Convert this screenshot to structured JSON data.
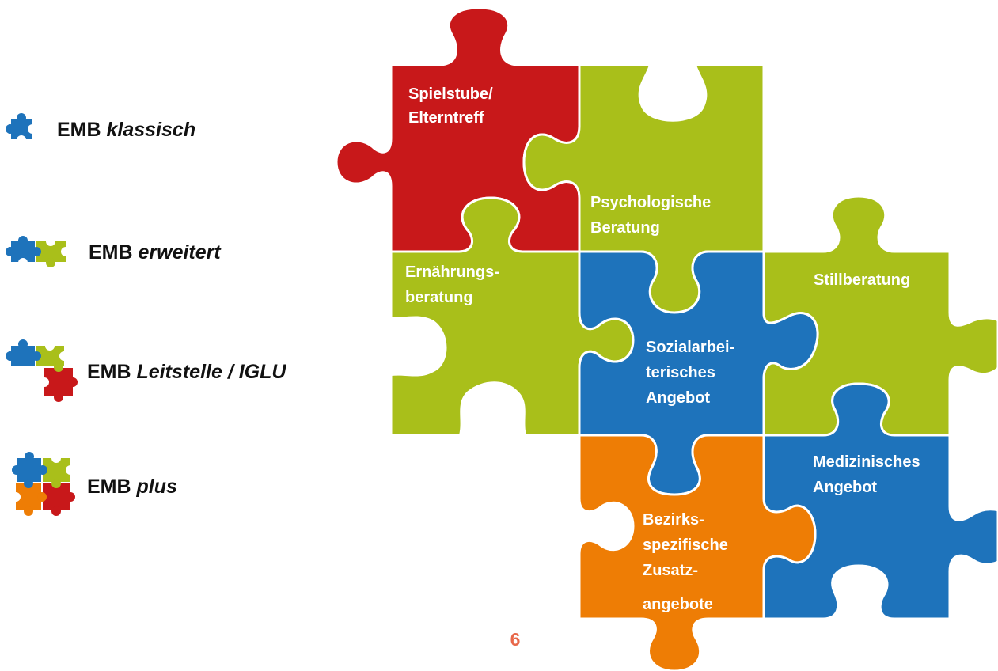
{
  "colors": {
    "red": "#c8181a",
    "green": "#a9bf1a",
    "blue": "#1e73bb",
    "orange": "#ee7d05",
    "accent_line": "#e8684a"
  },
  "legend": [
    {
      "prefix": "EMB",
      "variant": "klassisch",
      "icon": "puzzle-blue-icon"
    },
    {
      "prefix": "EMB",
      "variant": "erweitert",
      "icon": "puzzle-blue-green-icon"
    },
    {
      "prefix": "EMB",
      "variant": "Leitstelle / IGLU",
      "icon": "puzzle-blue-green-red-icon"
    },
    {
      "prefix": "EMB",
      "variant": "plus",
      "icon": "puzzle-four-piece-icon"
    }
  ],
  "pieces": [
    {
      "name": "spielstube",
      "color": "red",
      "lines": [
        "Spielstube/",
        "Elterntreff"
      ]
    },
    {
      "name": "psychologische",
      "color": "green",
      "lines": [
        "Psychologische",
        "Beratung"
      ]
    },
    {
      "name": "ernaehrung",
      "color": "green",
      "lines": [
        "Ernährungs-",
        "beratung"
      ]
    },
    {
      "name": "sozialarbeit",
      "color": "blue",
      "lines": [
        "Sozialarbei-",
        "terisches",
        "Angebot"
      ]
    },
    {
      "name": "stillberatung",
      "color": "green",
      "lines": [
        "Stillberatung"
      ]
    },
    {
      "name": "medizinisch",
      "color": "blue",
      "lines": [
        "Medizinisches",
        "Angebot"
      ]
    },
    {
      "name": "bezirk",
      "color": "orange",
      "lines": [
        "Bezirks-",
        "spezifische",
        "Zusatz-",
        "angebote"
      ]
    }
  ],
  "footer": {
    "page_number": "6"
  }
}
